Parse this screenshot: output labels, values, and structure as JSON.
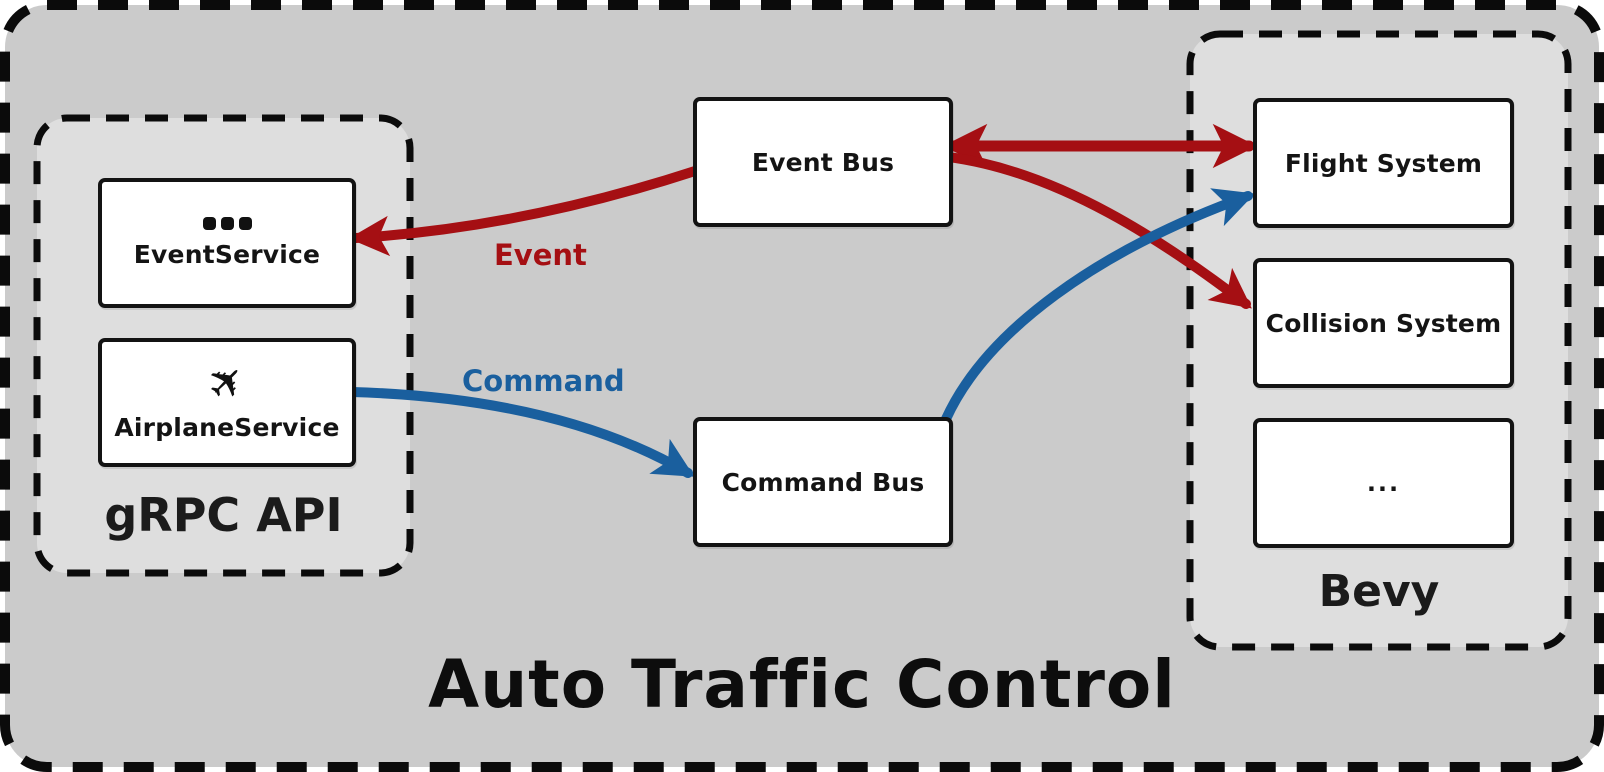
{
  "title": "Auto Traffic Control",
  "colors": {
    "event": "#A50F13",
    "command": "#1A5F9E"
  },
  "groups": {
    "grpc": {
      "label": "gRPC API"
    },
    "bevy": {
      "label": "Bevy"
    }
  },
  "nodes": {
    "event_service": {
      "label": "EventService",
      "icon": "ellipsis-icon"
    },
    "airplane_service": {
      "label": "AirplaneService",
      "icon": "airplane-icon"
    },
    "event_bus": {
      "label": "Event Bus"
    },
    "command_bus": {
      "label": "Command Bus"
    },
    "flight_system": {
      "label": "Flight System"
    },
    "collision_system": {
      "label": "Collision System"
    },
    "more_systems": {
      "label": "..."
    }
  },
  "edges": {
    "event": {
      "label": "Event"
    },
    "command": {
      "label": "Command"
    }
  }
}
